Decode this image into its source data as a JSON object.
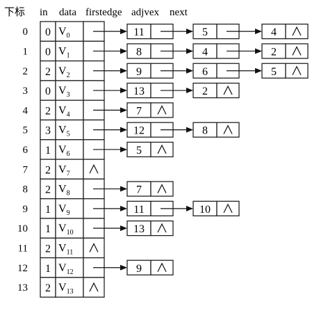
{
  "header": {
    "index_label": "下标",
    "in_label": "in",
    "data_label": "data",
    "firstedge_label": "firstedge",
    "adjvex_label": "adjvex",
    "next_label": "next"
  },
  "vertices": [
    {
      "index": "0",
      "in": "0",
      "name": "V",
      "sub": "0",
      "adj": [
        "11",
        "5",
        "4"
      ]
    },
    {
      "index": "1",
      "in": "0",
      "name": "V",
      "sub": "1",
      "adj": [
        "8",
        "4",
        "2"
      ]
    },
    {
      "index": "2",
      "in": "2",
      "name": "V",
      "sub": "2",
      "adj": [
        "9",
        "6",
        "5"
      ]
    },
    {
      "index": "3",
      "in": "0",
      "name": "V",
      "sub": "3",
      "adj": [
        "13",
        "2"
      ]
    },
    {
      "index": "4",
      "in": "2",
      "name": "V",
      "sub": "4",
      "adj": [
        "7"
      ]
    },
    {
      "index": "5",
      "in": "3",
      "name": "V",
      "sub": "5",
      "adj": [
        "12",
        "8"
      ]
    },
    {
      "index": "6",
      "in": "1",
      "name": "V",
      "sub": "6",
      "adj": [
        "5"
      ]
    },
    {
      "index": "7",
      "in": "2",
      "name": "V",
      "sub": "7",
      "adj": []
    },
    {
      "index": "8",
      "in": "2",
      "name": "V",
      "sub": "8",
      "adj": [
        "7"
      ]
    },
    {
      "index": "9",
      "in": "1",
      "name": "V",
      "sub": "9",
      "adj": [
        "11",
        "10"
      ]
    },
    {
      "index": "10",
      "in": "1",
      "name": "V",
      "sub": "10",
      "adj": [
        "13"
      ]
    },
    {
      "index": "11",
      "in": "2",
      "name": "V",
      "sub": "11",
      "adj": []
    },
    {
      "index": "12",
      "in": "1",
      "name": "V",
      "sub": "12",
      "adj": [
        "9"
      ]
    },
    {
      "index": "13",
      "in": "2",
      "name": "V",
      "sub": "13",
      "adj": []
    }
  ]
}
